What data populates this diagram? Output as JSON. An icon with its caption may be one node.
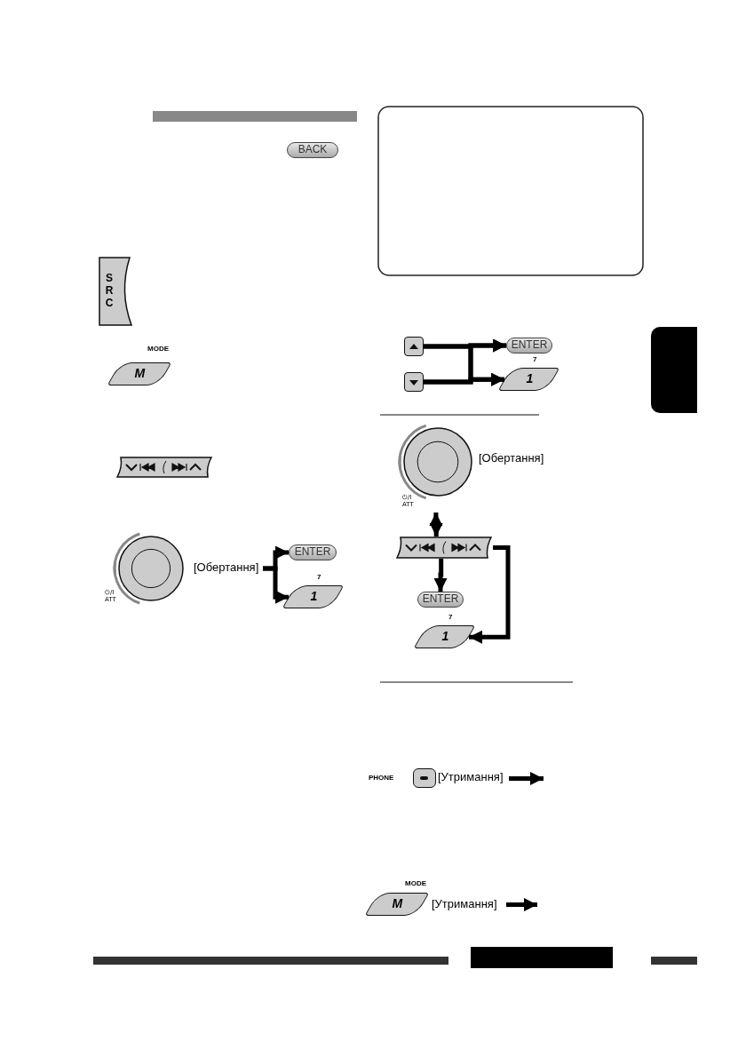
{
  "diagram": {
    "nodes": [
      {
        "text": [
          "BACK"
        ]
      },
      {
        "text": [
          "S R C"
        ]
      },
      {
        "text": [
          "M"
        ],
        "beside": [
          "MODE"
        ]
      },
      {
        "text": [],
        "shape": "box"
      },
      {
        "text": [],
        "shape": "circle",
        "beside": [
          "[Обертання]",
          "⏻/I ATT"
        ]
      },
      {
        "text": [
          "ENTER"
        ]
      },
      {
        "text": [
          "1"
        ],
        "beside": [
          "7"
        ]
      },
      {
        "text": [],
        "shape": "box"
      },
      {
        "text": [],
        "shape": "box"
      },
      {
        "text": [
          "ENTER"
        ]
      },
      {
        "text": [
          "1"
        ],
        "beside": [
          "7"
        ]
      },
      {
        "text": [],
        "shape": "circle",
        "beside": [
          "[Обертання]",
          "⏻/I ATT"
        ]
      },
      {
        "text": [],
        "shape": "box"
      },
      {
        "text": [
          "ENTER"
        ]
      },
      {
        "text": [
          "1"
        ],
        "beside": [
          "7"
        ]
      },
      {
        "text": [],
        "shape": "box",
        "beside": [
          "PHONE",
          "[Утримання]"
        ]
      },
      {
        "text": [
          "M"
        ],
        "beside": [
          "MODE",
          "[Утримання]"
        ]
      },
      {
        "text": [],
        "shape": "box"
      }
    ],
    "edges": [
      {
        "from": 4,
        "to": 5,
        "arrow": "to"
      },
      {
        "from": 4,
        "to": 6,
        "arrow": "to"
      },
      {
        "from": 7,
        "to": 9,
        "arrow": "to"
      },
      {
        "from": 7,
        "to": 10,
        "arrow": "to"
      },
      {
        "from": 8,
        "to": 9,
        "arrow": "to"
      },
      {
        "from": 8,
        "to": 10,
        "arrow": "to"
      },
      {
        "from": 11,
        "to": 12,
        "arrow": "both"
      },
      {
        "from": 12,
        "to": 13,
        "arrow": "to"
      },
      {
        "from": 12,
        "to": 14,
        "arrow": "to"
      },
      {
        "from": 15,
        "to": null,
        "arrow": "to"
      },
      {
        "from": 16,
        "to": null,
        "arrow": "to"
      }
    ]
  }
}
